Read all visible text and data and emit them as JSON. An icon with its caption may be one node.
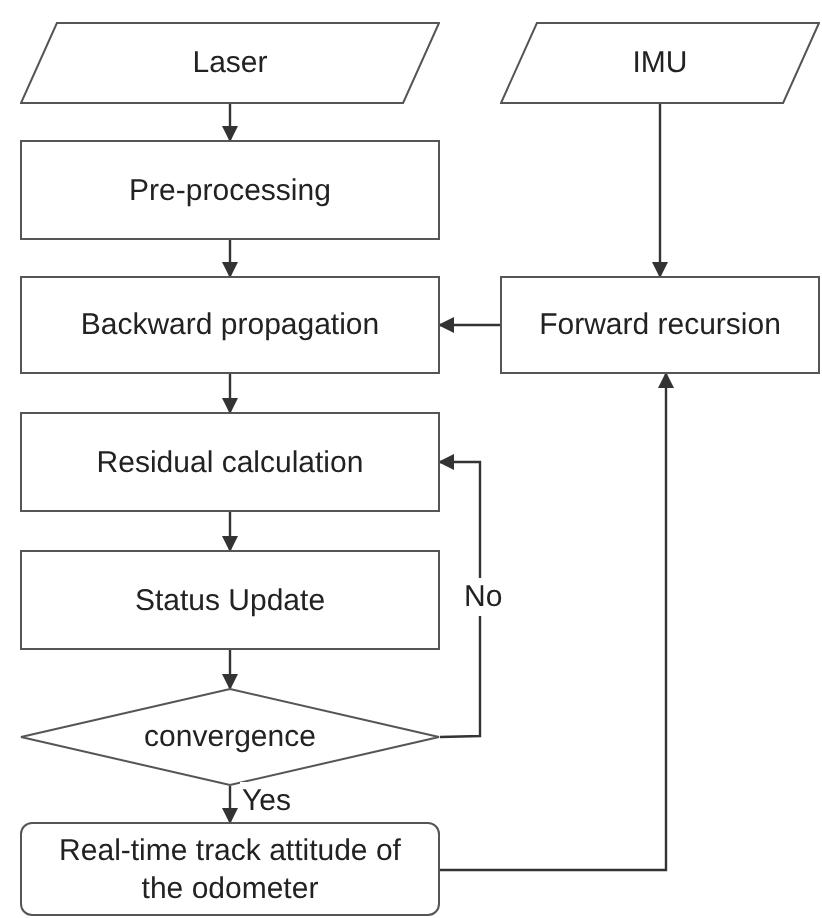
{
  "diagram": {
    "nodes": [
      {
        "text": [
          "Laser"
        ]
      },
      {
        "text": [
          "IMU"
        ]
      },
      {
        "text": [
          "Pre-processing"
        ]
      },
      {
        "text": [
          "Backward propagation"
        ]
      },
      {
        "text": [
          "Forward recursion"
        ]
      },
      {
        "text": [
          "Residual calculation"
        ]
      },
      {
        "text": [
          "Status Update"
        ]
      },
      {
        "text": [
          "convergence"
        ]
      },
      {
        "text": [
          "Real-time track attitude of the odometer"
        ]
      }
    ],
    "edges": [
      {
        "from": 0,
        "to": 2,
        "arrow": "to"
      },
      {
        "from": 2,
        "to": 3,
        "arrow": "to"
      },
      {
        "from": 1,
        "to": 4,
        "arrow": "to"
      },
      {
        "from": 4,
        "to": 3,
        "arrow": "to"
      },
      {
        "from": 3,
        "to": 5,
        "arrow": "to"
      },
      {
        "from": 5,
        "to": 6,
        "arrow": "to"
      },
      {
        "from": 6,
        "to": 7,
        "arrow": "to"
      },
      {
        "from": 7,
        "to": 5,
        "arrow": "to",
        "label": "No"
      },
      {
        "from": 7,
        "to": 8,
        "arrow": "to",
        "label": "Yes"
      },
      {
        "from": 8,
        "to": 4,
        "arrow": "to"
      }
    ]
  }
}
